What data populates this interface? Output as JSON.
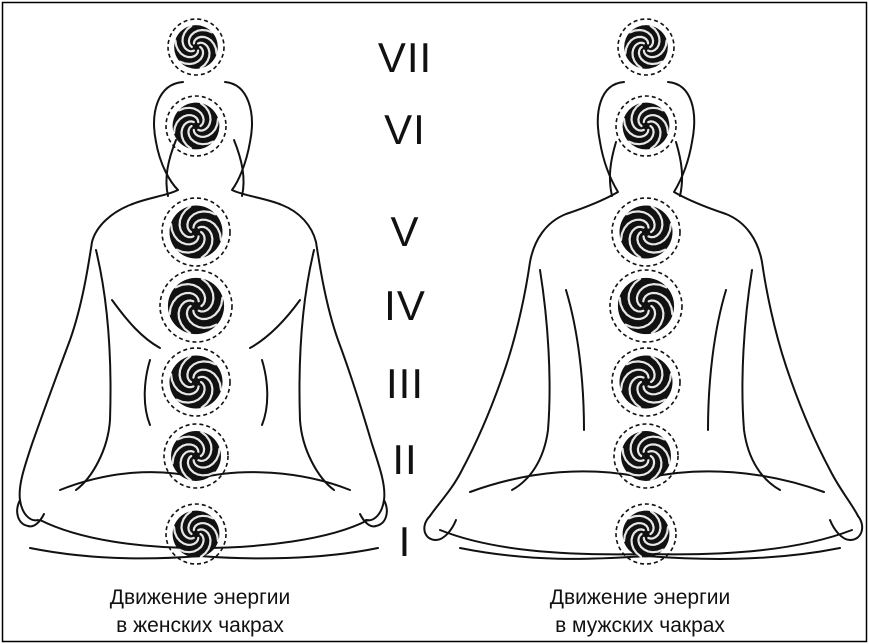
{
  "numerals": [
    "VII",
    "VI",
    "V",
    "IV",
    "III",
    "II",
    "I"
  ],
  "captions": {
    "female": [
      "Движение энергии",
      "в женских чакрах"
    ],
    "male": [
      "Движение энергии",
      "в мужских чакрах"
    ]
  },
  "colors": {
    "line": "#111111",
    "fill": "#111111",
    "frame": "#000000",
    "background": "#ffffff"
  }
}
